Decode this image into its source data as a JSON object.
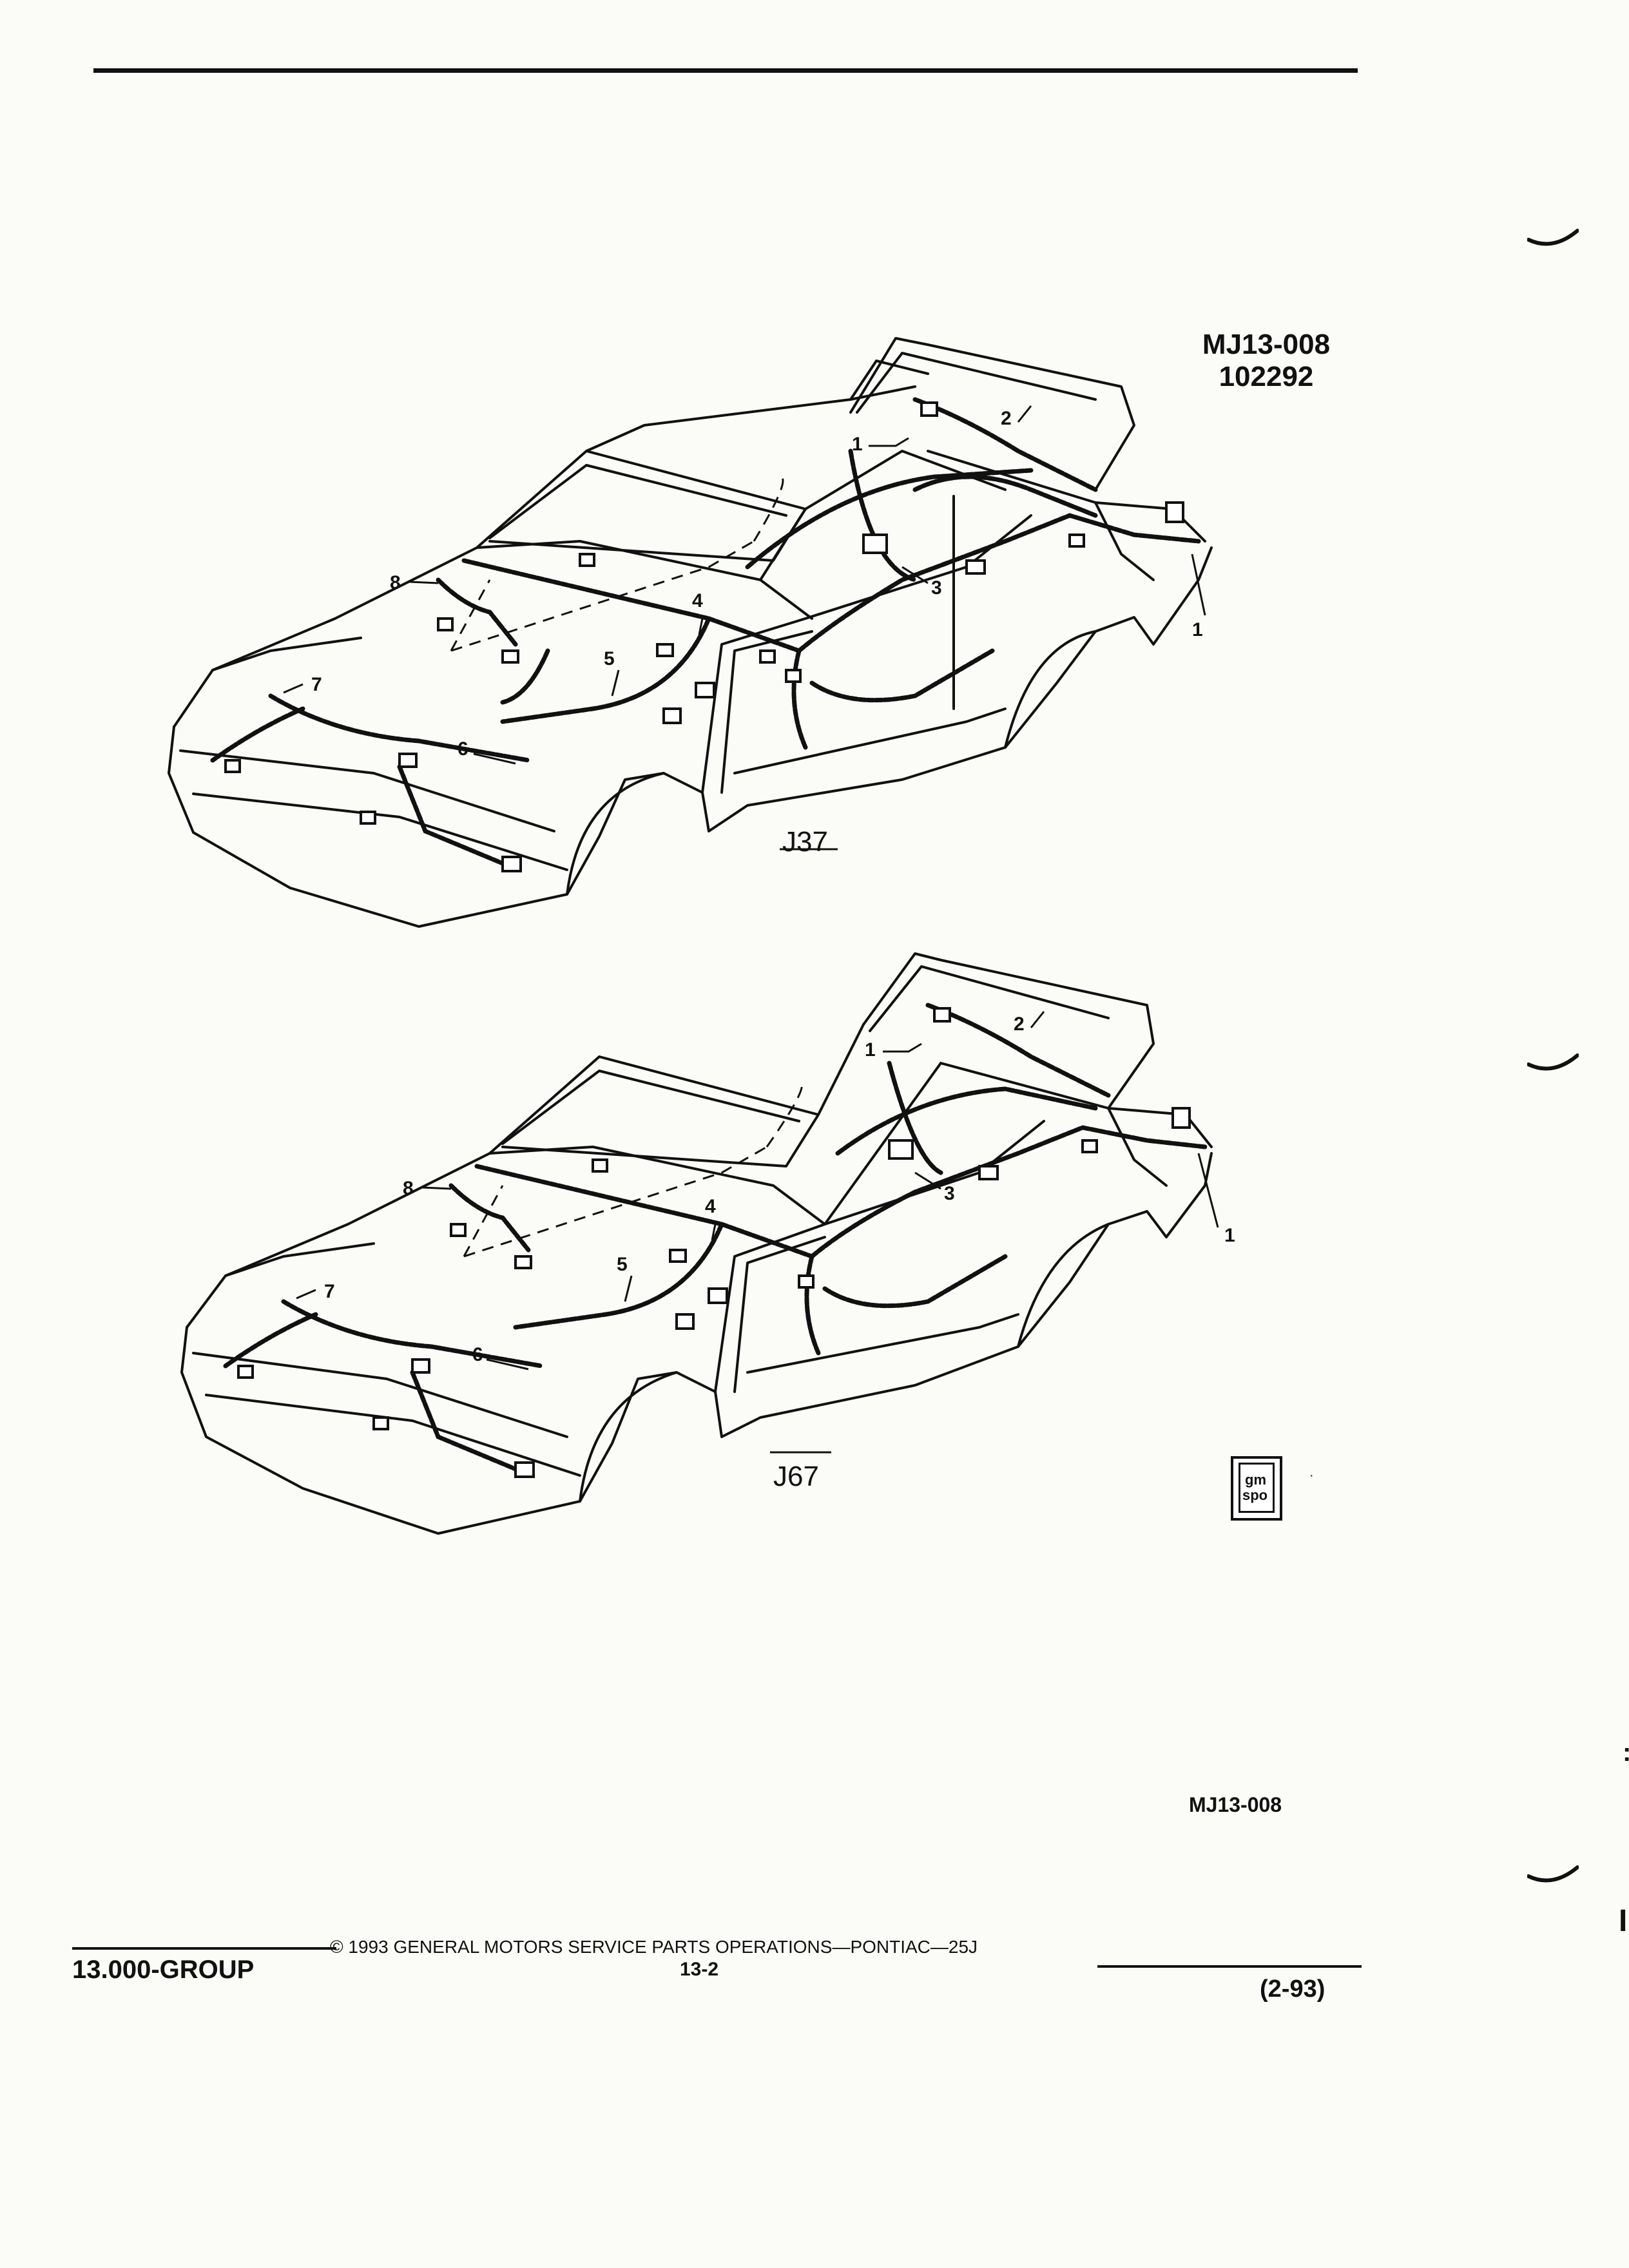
{
  "figure": {
    "code": "MJ13-008",
    "date": "102292",
    "bottom_reference": "MJ13-008"
  },
  "views": [
    {
      "label": "J37",
      "callouts": [
        "1",
        "2",
        "1",
        "3",
        "4",
        "5",
        "6",
        "7",
        "8"
      ]
    },
    {
      "label": "J67",
      "callouts": [
        "1",
        "2",
        "1",
        "3",
        "4",
        "5",
        "6",
        "7",
        "8"
      ]
    }
  ],
  "logo": {
    "top": "gm",
    "bottom": "spo"
  },
  "footer": {
    "group": "13.000-GROUP",
    "copyright": "© 1993 GENERAL MOTORS SERVICE PARTS OPERATIONS—PONTIAC—25J",
    "page": "13-2",
    "revision": "(2-93)"
  },
  "margin": {
    "letter": "I"
  }
}
